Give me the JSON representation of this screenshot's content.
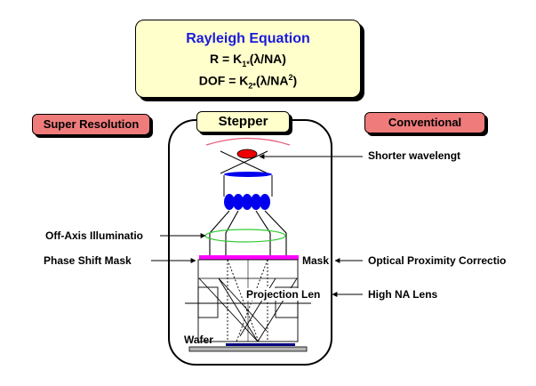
{
  "equation": {
    "title": "Rayleigh Equation",
    "r_prefix": "R = K",
    "r_sub": "1*",
    "r_suffix": "(λ/NA)",
    "dof_prefix": "DOF = K",
    "dof_sub": "2*",
    "dof_suffix": "(λ/NA",
    "dof_sup": "2",
    "dof_end": ")"
  },
  "tags": {
    "super_resolution": "Super Resolution",
    "stepper": "Stepper",
    "conventional": "Conventional"
  },
  "labels": {
    "shorter_wavelength": "Shorter wavelengt",
    "off_axis": "Off-Axis Illuminatio",
    "phase_shift_mask": "Phase Shift Mask",
    "mask": "Mask",
    "opc": "Optical Proximity Correctio",
    "projection_lens": "Projection Len",
    "high_na_lens": "High NA Lens",
    "wafer": "Wafer"
  },
  "colors": {
    "title_blue": "#1a1adc",
    "tag_red": "#ef7b7b",
    "box_yellow": "#ffffcc",
    "lens_blue": "#0000ee",
    "source_red": "#ee0000",
    "ring_green": "#33cc33",
    "mask_magenta": "#ff00ff",
    "wafer_navy": "#000080"
  }
}
